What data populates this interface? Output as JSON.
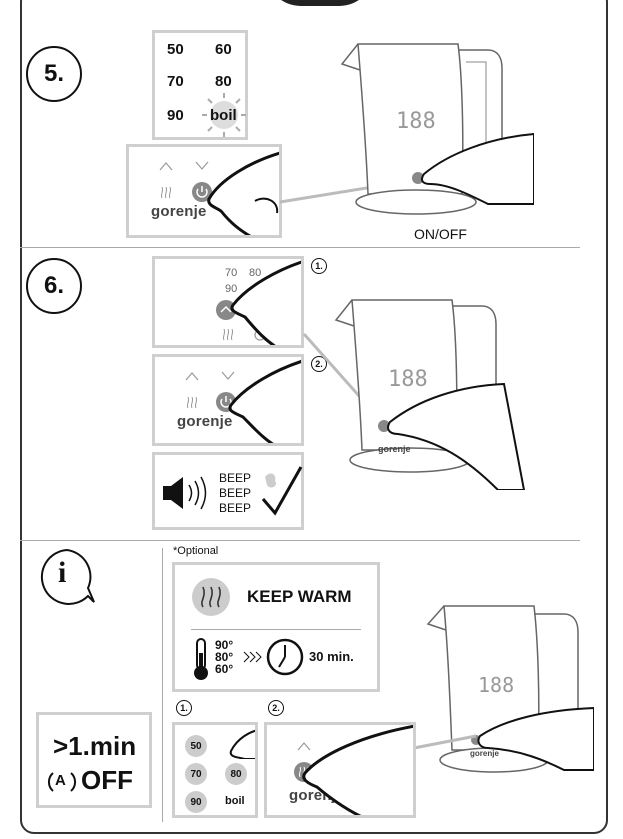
{
  "steps": {
    "s5": {
      "number": "5."
    },
    "s6": {
      "number": "6."
    },
    "info": {
      "symbol": "i"
    }
  },
  "temperatures": {
    "t50": "50",
    "t60": "60",
    "t70": "70",
    "t80": "80",
    "t90": "90",
    "boil": "boil"
  },
  "brand": "gorenje",
  "labels": {
    "on_off": "ON/OFF",
    "beep": [
      "BEEP",
      "BEEP",
      "BEEP"
    ],
    "optional": "*Optional",
    "keep_warm": "KEEP WARM",
    "kw_temps": [
      "90°",
      "80°",
      "60°"
    ],
    "kw_time": "30 min.",
    "timer_line1": ">1.min",
    "timer_line2": "OFF",
    "auto_symbol": "A"
  },
  "badges": {
    "b1": "1.",
    "b2": "2."
  },
  "mini_temps": {
    "t70": "70",
    "t80": "80",
    "t90": "90"
  },
  "icons": [
    "power-icon",
    "steam-icon",
    "chevron-up-icon",
    "chevron-down-icon",
    "speaker-icon",
    "checkmark-icon",
    "thermometer-icon",
    "clock-icon",
    "info-icon",
    "auto-off-icon",
    "hand-icon",
    "kettle-illustration"
  ]
}
